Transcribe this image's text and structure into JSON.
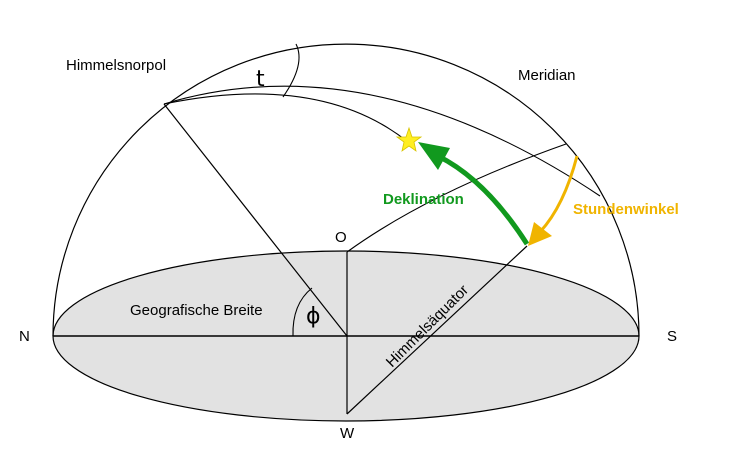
{
  "labels": {
    "north_pole": "Himmelsnorpol",
    "meridian": "Meridian",
    "hour_angle_symbol": "t",
    "declination": "Deklination",
    "hour_angle": "Stundenwinkel",
    "east": "O",
    "north": "N",
    "south": "S",
    "west": "W",
    "latitude": "Geografische Breite",
    "phi": "ϕ",
    "celestial_equator": "Himmelsäquator"
  },
  "colors": {
    "declination_arrow": "#11991e",
    "hour_angle_arrow": "#f0b400",
    "star": "#ffee22",
    "horizon_fill": "#e2e2e2",
    "lines": "#000000"
  },
  "icons": {
    "star": "star-icon"
  }
}
